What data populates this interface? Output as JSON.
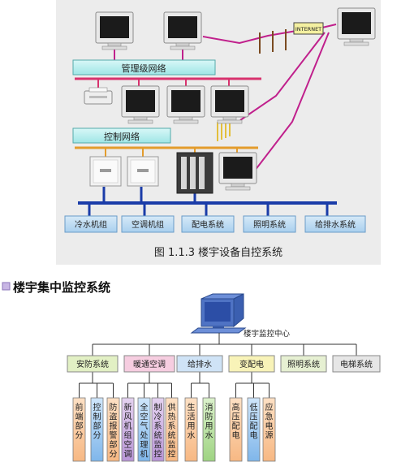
{
  "figure1": {
    "network_mgmt": "管理级网络",
    "network_ctrl": "控制网络",
    "internet": "INTERNET",
    "subsystems": [
      "冷水机组",
      "空调机组",
      "配电系统",
      "照明系统",
      "给排水系统"
    ],
    "caption": "图 1.1.3    楼宇设备自控系统"
  },
  "section2": {
    "heading": "楼宇集中监控系统",
    "center": "楼宇监控中心",
    "systems": [
      {
        "label": "安防系统",
        "color": "#e2f0c4",
        "subs": [
          "前端部分",
          "控制部分",
          "防盗报警部分"
        ]
      },
      {
        "label": "暖通空调",
        "color": "#f6cde0",
        "subs": [
          "新风机组空调",
          "全空气处理机",
          "制冷系统监控",
          "供热系统监控"
        ]
      },
      {
        "label": "给排水",
        "color": "#cfe3f6",
        "subs": [
          "生活用水",
          "消防用水"
        ]
      },
      {
        "label": "变配电",
        "color": "#f8f3b8",
        "subs": [
          "高压配电",
          "低压配电",
          "应急电源"
        ]
      },
      {
        "label": "照明系统",
        "color": "#e6f0d2",
        "subs": []
      },
      {
        "label": "电梯系统",
        "color": "#e6e6e6",
        "subs": []
      }
    ]
  }
}
